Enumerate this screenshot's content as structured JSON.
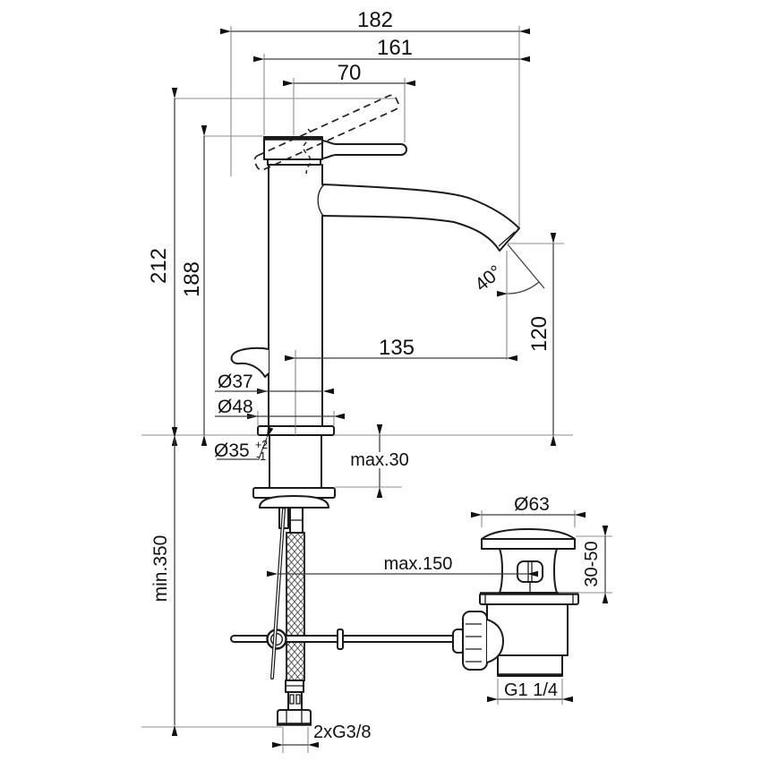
{
  "drawing": {
    "colors": {
      "background": "#ffffff",
      "outline": "#1a1a1a",
      "dimension_line": "#3d3d3d",
      "extension_line": "#8c8c8c"
    },
    "dimensions": {
      "overall_depth": "182",
      "front_depth": "161",
      "handle_length": "70",
      "overall_height": "212",
      "body_height": "188",
      "spout_reach": "135",
      "outlet_height": "120",
      "outlet_angle": "40°",
      "body_diameter": "Ø37",
      "base_diameter": "Ø48",
      "hole_diameter": "Ø35",
      "hole_tol_plus": "+2",
      "hole_tol_minus": "-1",
      "deck_thickness_max": "max.30",
      "hose_length_min": "min.350",
      "rod_offset_max": "max.150",
      "waste_flange_diameter": "Ø63",
      "waste_adjust_range": "30-50",
      "waste_thread": "G1 1/4",
      "supply_threads": "2xG3/8"
    }
  }
}
